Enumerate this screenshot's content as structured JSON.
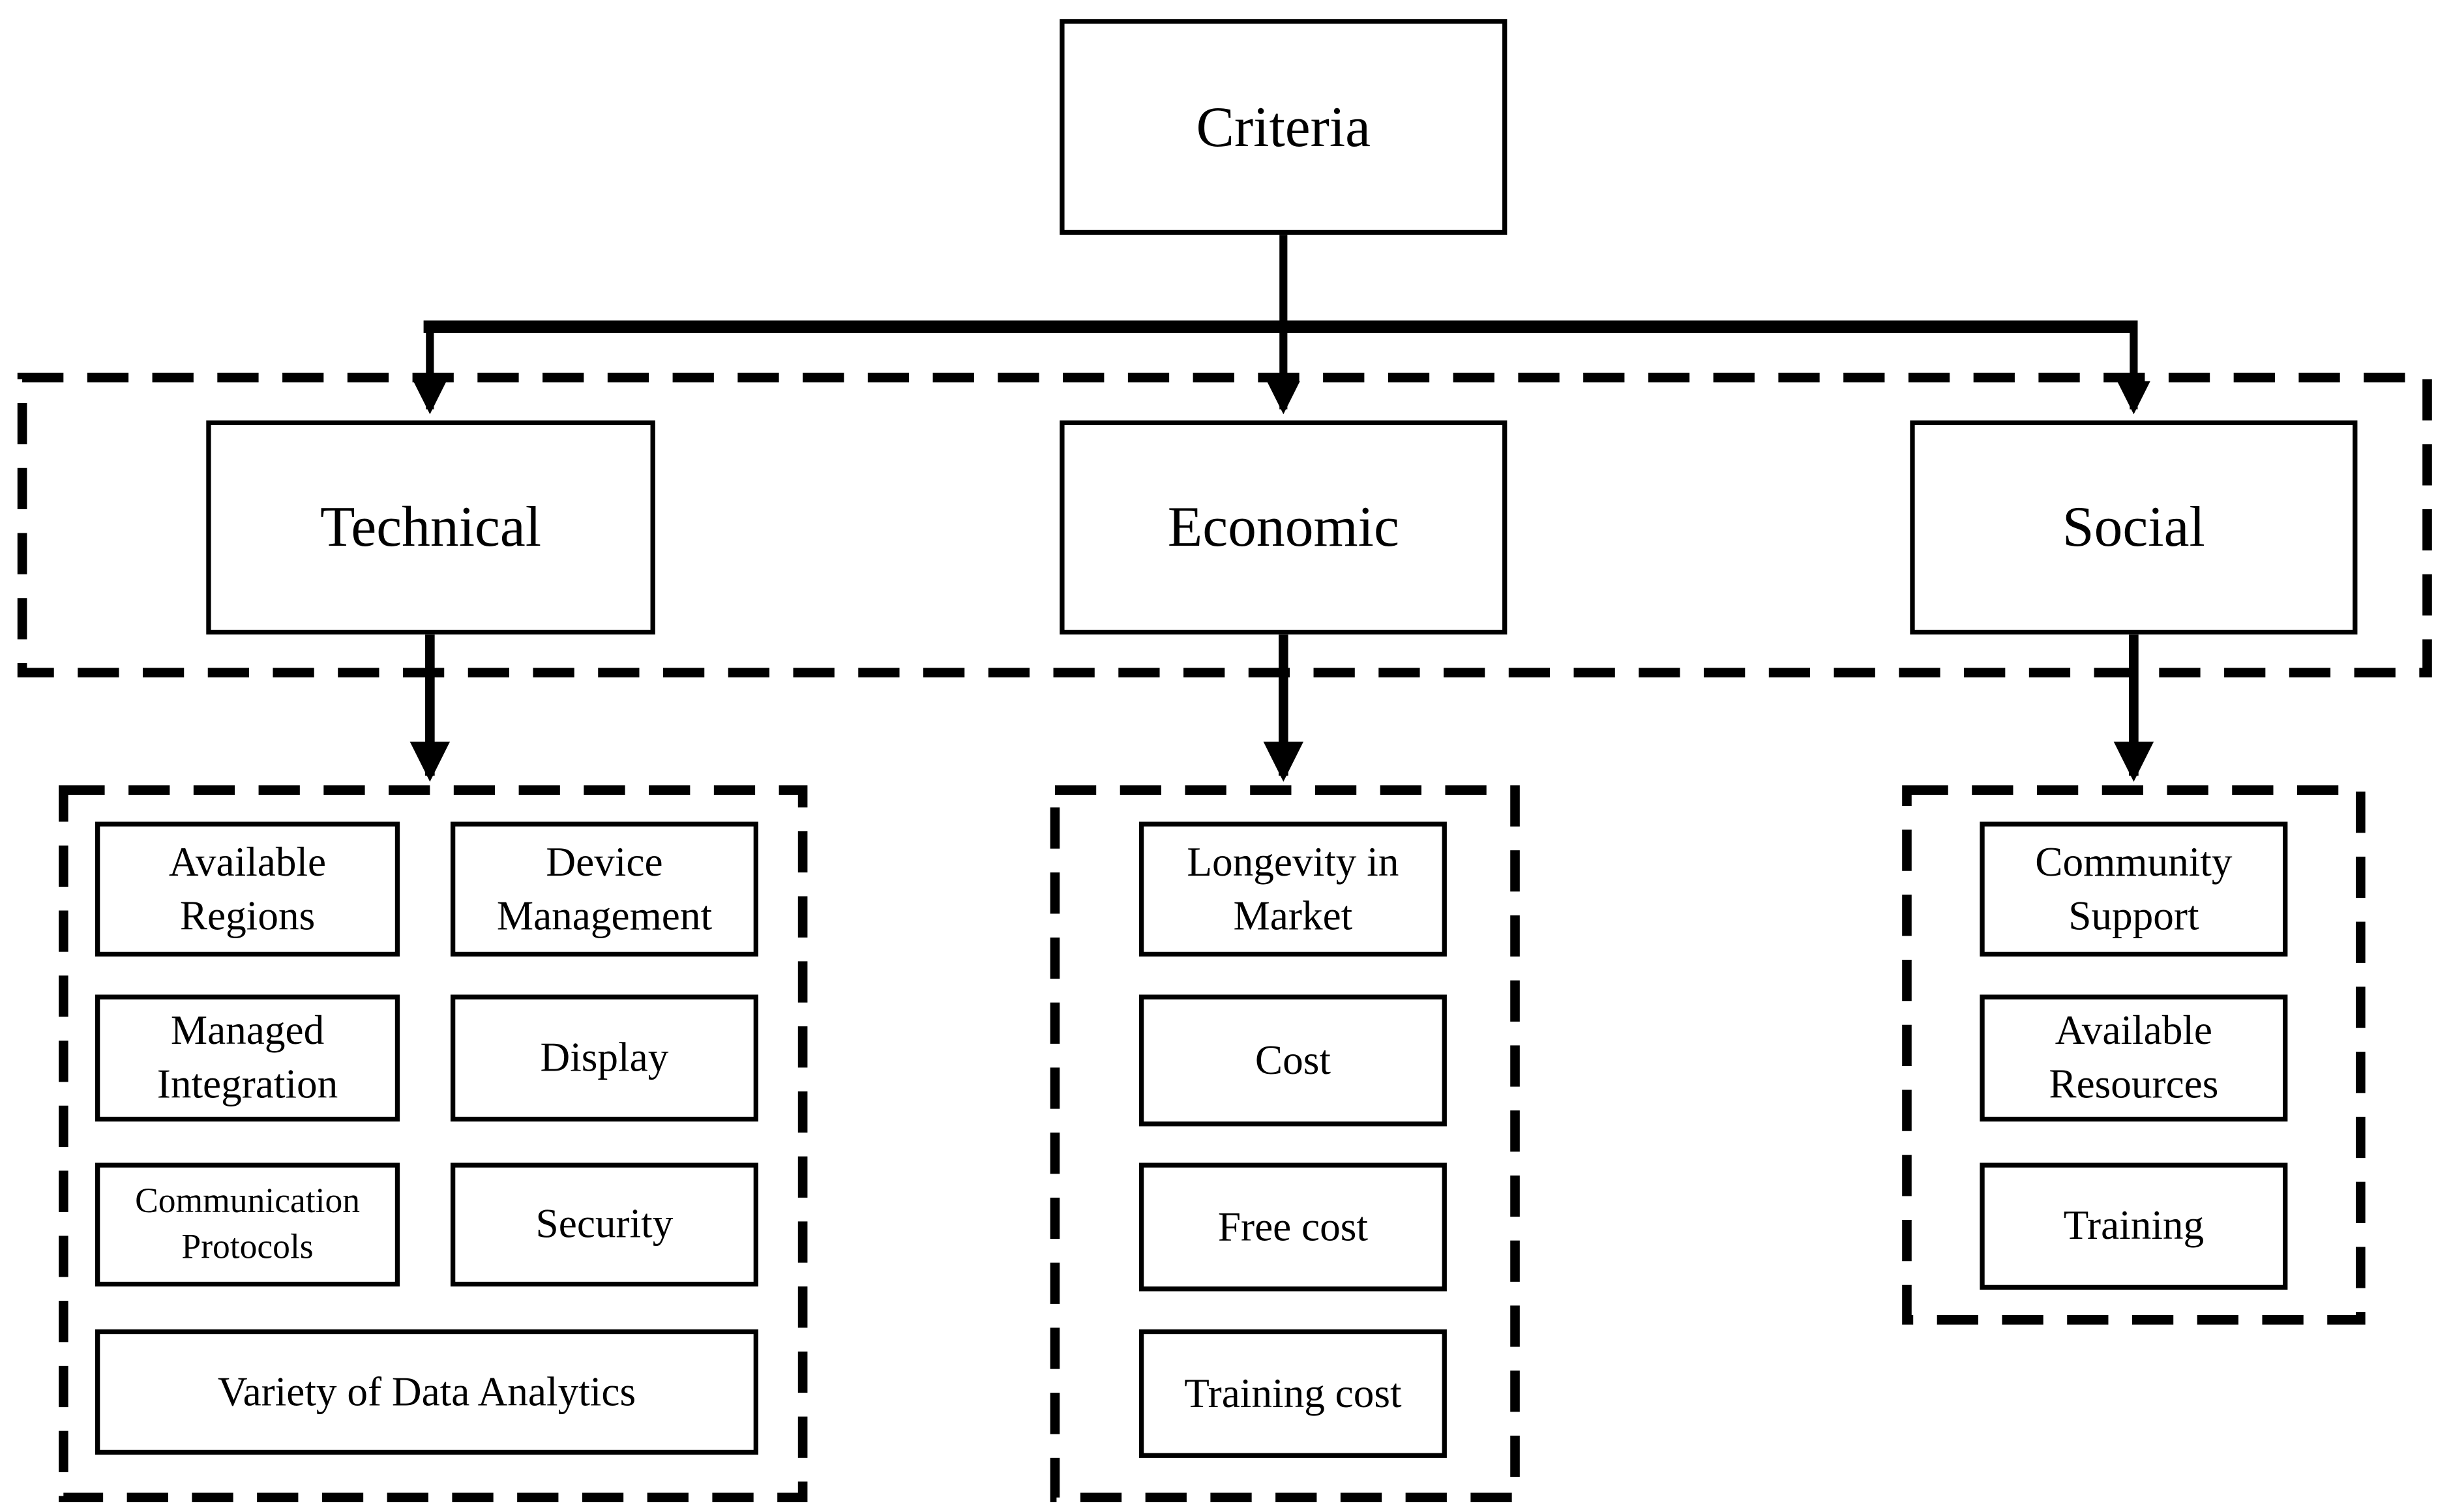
{
  "diagram": {
    "root": {
      "label": "Criteria"
    },
    "categories": [
      {
        "label": "Technical",
        "children": [
          "Available Regions",
          "Device Management",
          "Managed Integration",
          "Display",
          "Communication Protocols",
          "Security",
          "Variety of Data Analytics"
        ]
      },
      {
        "label": "Economic",
        "children": [
          "Longevity in Market",
          "Cost",
          "Free cost",
          "Training cost"
        ]
      },
      {
        "label": "Social",
        "children": [
          "Community Support",
          "Available Resources",
          "Training"
        ]
      }
    ],
    "colors": {
      "line": "#000000",
      "box_border": "#000000",
      "box_fill": "#ffffff",
      "background": "#ffffff"
    }
  }
}
